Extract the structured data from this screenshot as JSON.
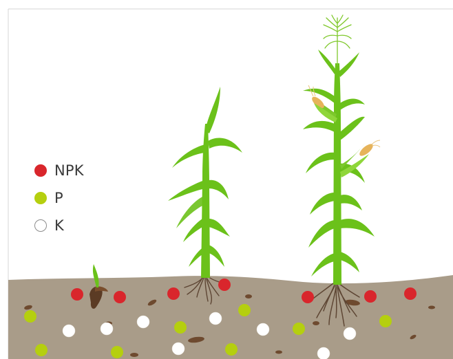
{
  "legend": [
    {
      "label": "NPK",
      "color": "#d9262c",
      "border": "#d9262c"
    },
    {
      "label": "P",
      "color": "#b5cf0f",
      "border": "#b5cf0f"
    },
    {
      "label": "K",
      "color": "#ffffff",
      "border": "#8c8c8c"
    }
  ],
  "colors": {
    "soil": "#a99c89",
    "frame": "#c9c9c9",
    "stalk": "#6bc11a",
    "leaf": "#69bf19",
    "leaf_light": "#8fd63a",
    "root": "#5e4634",
    "cob": "#e6b35a",
    "tassel": "#7fc82b"
  },
  "stages": [
    "sprout",
    "young-plant",
    "mature-plant"
  ]
}
